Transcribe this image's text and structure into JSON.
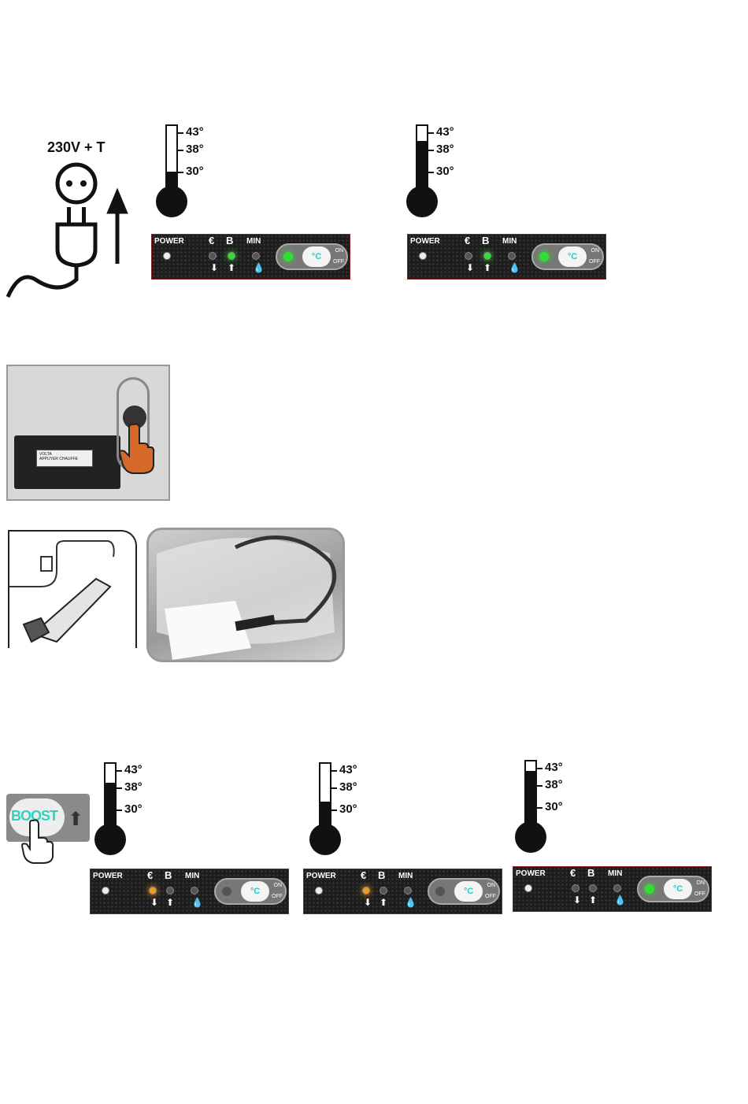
{
  "power": {
    "voltage_label": "230V + T"
  },
  "thermometer_labels": {
    "t43": "43°",
    "t38": "38°",
    "t30": "30°"
  },
  "thermometers": [
    {
      "id": "t1",
      "fill_percent": 40
    },
    {
      "id": "t2",
      "fill_percent": 80
    },
    {
      "id": "t3",
      "fill_percent": 75
    },
    {
      "id": "t4",
      "fill_percent": 50
    },
    {
      "id": "t5",
      "fill_percent": 88
    }
  ],
  "panel_labels": {
    "power": "POWER",
    "euro": "€",
    "b": "B",
    "min": "MIN",
    "celsius": "°C",
    "on": "ON",
    "off": "OFF"
  },
  "device": {
    "lcd_line1": "VOLTA",
    "lcd_line2": "APPUYER CHAUFFE"
  },
  "boost": {
    "label": "BOOST"
  },
  "colors": {
    "led_green": "#33dd33",
    "led_orange": "#f39a1e",
    "led_off": "#555555",
    "accent": "#2ed4b9"
  }
}
